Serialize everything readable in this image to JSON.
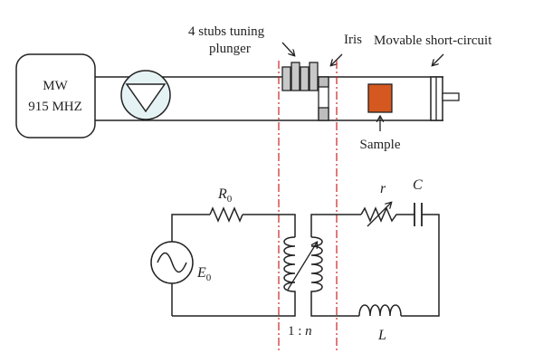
{
  "source": {
    "line1": "MW",
    "line2": "915 MHZ"
  },
  "labels": {
    "stubs_line1": "4 stubs tuning",
    "stubs_line2": "plunger",
    "iris": "Iris",
    "short_circuit": "Movable short-circuit",
    "sample": "Sample"
  },
  "circuit": {
    "r0_main": "R",
    "r0_sub": "0",
    "e0_main": "E",
    "e0_sub": "0",
    "ratio_prefix": "1 : ",
    "ratio_n": "n",
    "r": "r",
    "c": "C",
    "l": "L"
  },
  "colors": {
    "sample": "#d4581f",
    "dashed_line": "#cc2222",
    "stub": "#c8c8c8",
    "iris": "#bdbdbd",
    "circulator_fill": "#e6f3f5"
  }
}
